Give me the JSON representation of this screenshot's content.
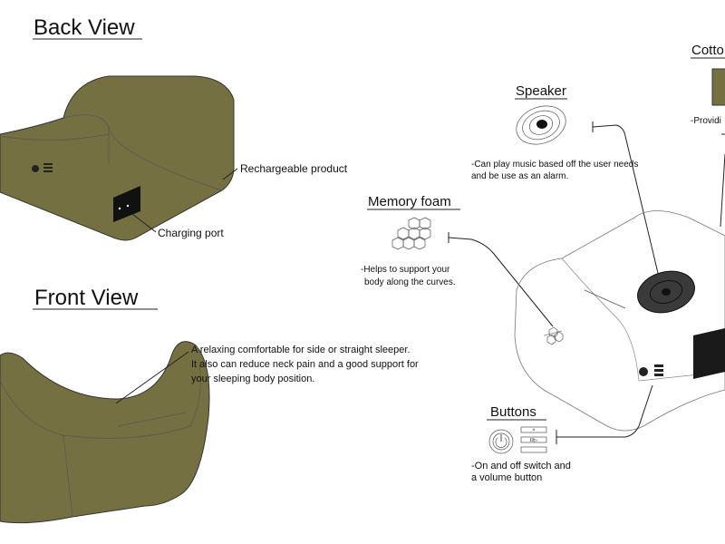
{
  "colors": {
    "olive": "#757041",
    "olive_dark": "#5e5a33",
    "ink": "#1a1a1a"
  },
  "back_view": {
    "title": "Back View",
    "labels": {
      "rechargeable": "Rechargeable product",
      "charging_port": "Charging port"
    }
  },
  "front_view": {
    "title": "Front View",
    "description": [
      "A relaxing comfortable for side or straight sleeper.",
      "It also can reduce neck pain and a good support for",
      "your sleeping body position."
    ]
  },
  "components": {
    "speaker": {
      "title": "Speaker",
      "description": [
        "-Can play music based off the user needs",
        "and be use as an alarm."
      ]
    },
    "memory_foam": {
      "title": "Memory foam",
      "description": [
        "-Helps to support your",
        "body along the curves."
      ]
    },
    "buttons": {
      "title": "Buttons",
      "description": [
        "-On and off switch and",
        "a volume button"
      ],
      "volume_up": "^",
      "play_pause": "II/▷"
    },
    "cotton": {
      "title": "Cotto",
      "description": "-Providi"
    }
  }
}
